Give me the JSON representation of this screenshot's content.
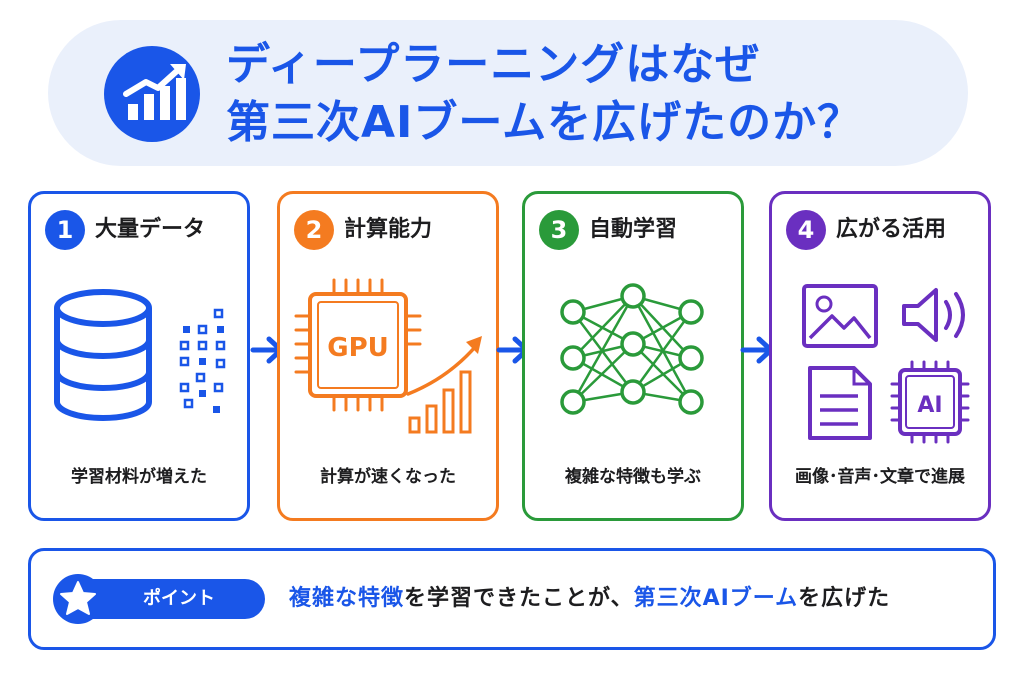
{
  "title": {
    "line1": "ディープラーニングはなぜ",
    "line2": "第三次AIブームを広げたのか？",
    "icon": "growth-chart-icon"
  },
  "colors": {
    "blue": "#1a56e8",
    "orange": "#f47b20",
    "green": "#2a9a3a",
    "purple": "#6a2fc0",
    "banner_bg": "#eaf0fb"
  },
  "steps": [
    {
      "number": "1",
      "title": "大量データ",
      "caption": "学習材料が増えた",
      "icon": "database-icon"
    },
    {
      "number": "2",
      "title": "計算能力",
      "caption": "計算が速くなった",
      "icon": "gpu-chip-icon",
      "chip_label": "GPU"
    },
    {
      "number": "3",
      "title": "自動学習",
      "caption": "複雑な特徴も学ぶ",
      "icon": "neural-network-icon"
    },
    {
      "number": "4",
      "title": "広がる活用",
      "caption": "画像･音声･文章で進展",
      "icon": "applications-icon",
      "chip_label": "AI"
    }
  ],
  "point": {
    "label": "ポイント",
    "icon": "star-icon",
    "text_hl1": "複雑な特徴",
    "text_mid": "を学習できたことが、",
    "text_hl2": "第三次AIブーム",
    "text_end": "を広げた"
  }
}
